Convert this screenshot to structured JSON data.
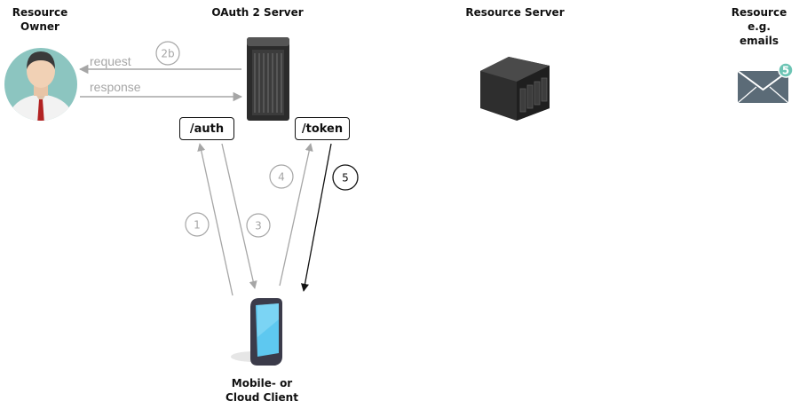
{
  "nodes": {
    "resource_owner": "Resource\nOwner",
    "oauth_server": "OAuth 2 Server",
    "resource_server": "Resource Server",
    "resource_emails": "Resource e.g.\nemails",
    "client": "Mobile- or\nCloud Client"
  },
  "endpoints": {
    "auth": "/auth",
    "token": "/token"
  },
  "arrows": {
    "request": "request",
    "response": "response"
  },
  "steps": {
    "s2b": "2b",
    "s1": "1",
    "s3": "3",
    "s4": "4",
    "s5": "5"
  },
  "badges": {
    "email_count": "5"
  },
  "colors": {
    "gray_arrow": "#a6a6a6",
    "dark_arrow": "#111111",
    "avatar_bg": "#8cc5c0",
    "phone_screen": "#5ec8f0",
    "badge": "#6cc4b4",
    "envelope": "#5b6b77"
  }
}
